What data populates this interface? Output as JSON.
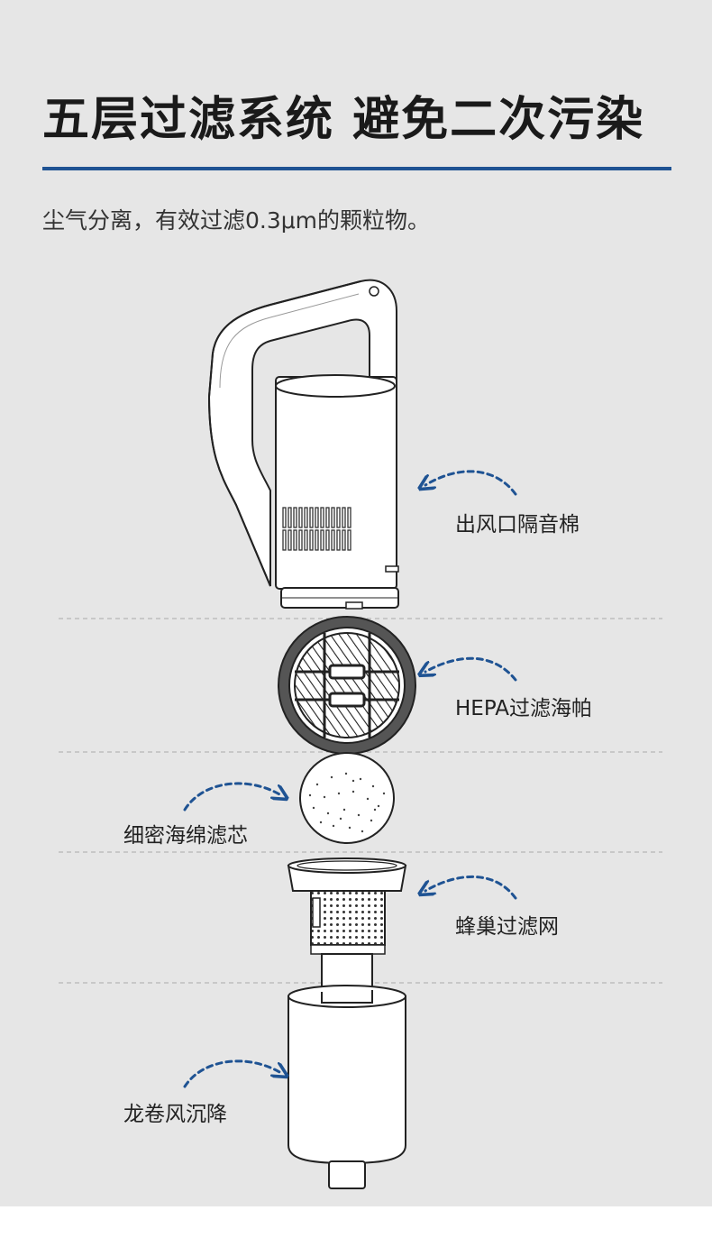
{
  "header": {
    "title": "五层过滤系统 避免二次污染",
    "subtitle": "尘气分离，有效过滤0.3μm的颗粒物。"
  },
  "layers": [
    {
      "label": "出风口隔音棉"
    },
    {
      "label": "HEPA过滤海帕"
    },
    {
      "label": "细密海绵滤芯"
    },
    {
      "label": "蜂巢过滤网"
    },
    {
      "label": "龙卷风沉降"
    }
  ],
  "colors": {
    "accent": "#1f5393",
    "background": "#e6e6e6"
  }
}
